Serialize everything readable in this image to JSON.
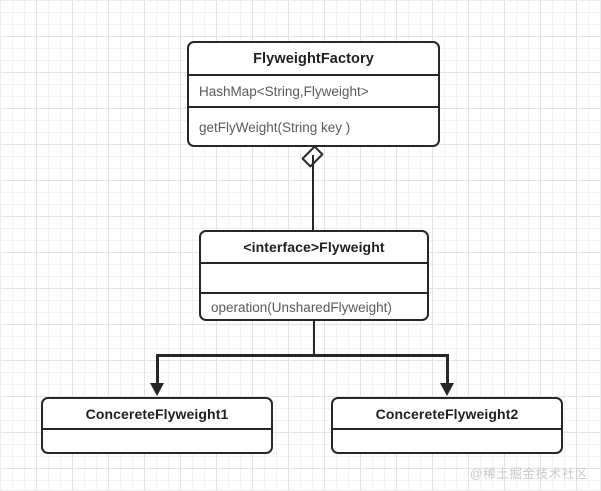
{
  "diagram": {
    "type": "uml-class-diagram",
    "pattern_name": "Flyweight",
    "classes": [
      {
        "id": "flyweight-factory",
        "title": "FlyweightFactory",
        "rows": [
          "HashMap<String,Flyweight>",
          "getFlyWeight(String key )"
        ]
      },
      {
        "id": "flyweight-interface",
        "title": "<interface>Flyweight",
        "rows": [
          "",
          "operation(UnsharedFlyweight)"
        ]
      },
      {
        "id": "concrete-flyweight-1",
        "title": "ConcereteFlyweight1",
        "rows": [
          ""
        ]
      },
      {
        "id": "concrete-flyweight-2",
        "title": "ConcereteFlyweight2",
        "rows": [
          ""
        ]
      }
    ],
    "relationships": [
      {
        "id": "aggregation",
        "kind": "aggregation",
        "marker": "hollow-diamond",
        "from": "flyweight-factory",
        "to": "flyweight-interface"
      },
      {
        "id": "realization-1",
        "kind": "inheritance",
        "marker": "solid-arrow",
        "from": "flyweight-interface",
        "to": "concrete-flyweight-1"
      },
      {
        "id": "realization-2",
        "kind": "inheritance",
        "marker": "solid-arrow",
        "from": "flyweight-interface",
        "to": "concrete-flyweight-2"
      }
    ]
  },
  "watermark": {
    "text": "@稀土掘金技术社区"
  },
  "colors": {
    "stroke": "#272727",
    "title_text": "#1f1f1f",
    "body_text": "#5a5a5a",
    "box_fill": "#ffffff",
    "grid_minor": "#f2f2f3",
    "grid_major": "#e3e3e5",
    "watermark": "#c9c9cc"
  }
}
